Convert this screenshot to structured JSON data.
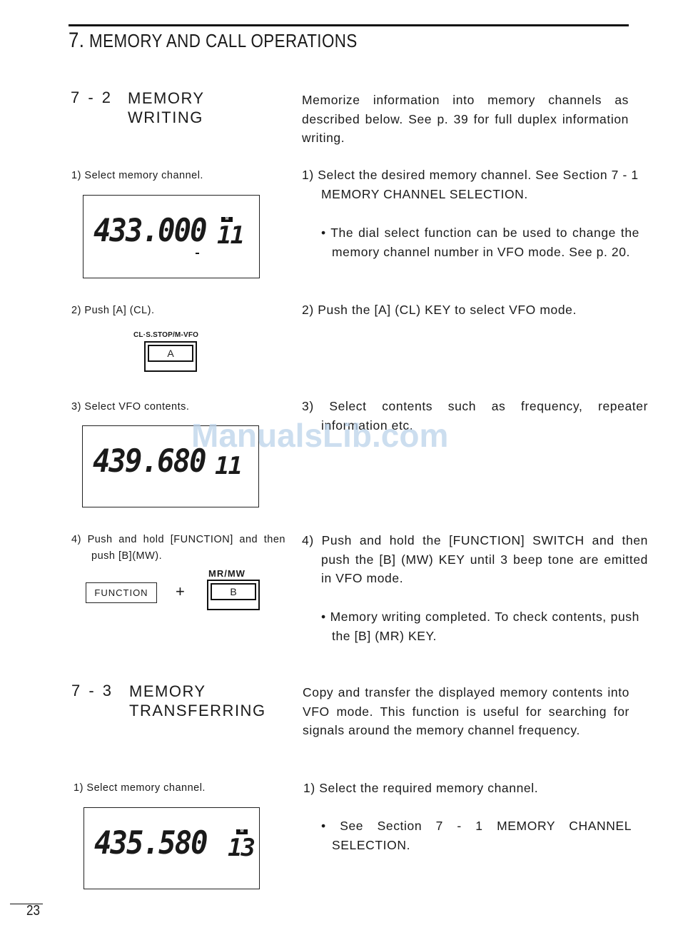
{
  "chapter": {
    "number": "7.",
    "title": "MEMORY AND CALL OPERATIONS"
  },
  "section_7_2": {
    "number": "7 - 2",
    "title": "MEMORY\nWRITING",
    "intro": "Memorize information into memory channels as described below. See p. 39 for full duplex information writing.",
    "steps": [
      {
        "left": "1) Select memory channel.",
        "right": "1) Select the desired memory channel. See Section 7 - 1 MEMORY CHANNEL SELECTION.",
        "note": "• The dial select function can be used to change the memory channel number in VFO mode. See p. 20."
      },
      {
        "left": "2) Push [A] (CL).",
        "right": "2) Push the [A] (CL) KEY to select VFO mode."
      },
      {
        "left": "3) Select VFO contents.",
        "right": "3) Select contents such as frequency, repeater information etc."
      },
      {
        "left": "4) Push and hold [FUNCTION] and then push [B](MW).",
        "right": "4) Push and hold the [FUNCTION] SWITCH and then push the [B] (MW) KEY until 3 beep tone are emitted in VFO mode.",
        "note": "• Memory writing completed. To check contents, push the [B] (MR) KEY."
      }
    ],
    "lcd1": {
      "freq": "433.000",
      "channel": "11",
      "flag": "M"
    },
    "key_a": {
      "label": "CL·S.STOP/M-VFO",
      "face": "A"
    },
    "lcd2": {
      "freq": "439.680",
      "channel": "11"
    },
    "key_fn": {
      "face": "FUNCTION"
    },
    "plus": "+",
    "key_b": {
      "label": "MR/MW",
      "face": "B"
    }
  },
  "section_7_3": {
    "number": "7 - 3",
    "title": "MEMORY\nTRANSFERRING",
    "intro": "Copy and transfer the displayed memory contents into VFO mode. This function is useful for searching for signals around the memory channel frequency.",
    "steps": [
      {
        "left": "1) Select memory channel.",
        "right": "1) Select the required memory channel.",
        "note": "• See Section 7 - 1 MEMORY CHANNEL SELECTION."
      }
    ],
    "lcd3": {
      "freq": "435.580",
      "channel": "13",
      "flag": "M"
    }
  },
  "watermark": "ManualsLib.com",
  "page_number": "23"
}
